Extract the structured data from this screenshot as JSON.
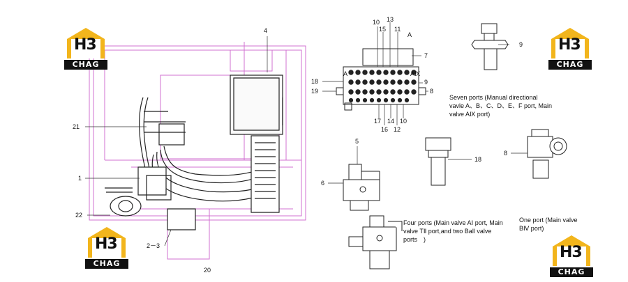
{
  "logos": [
    {
      "mark": "H3",
      "word": "CHAG"
    },
    {
      "mark": "H3",
      "word": "CHAG"
    },
    {
      "mark": "H3",
      "word": "CHAG"
    },
    {
      "mark": "H3",
      "word": "CHAG"
    }
  ],
  "colors": {
    "frame": "#d070d0",
    "lines": "#222222",
    "logo_yellow": "#f2b51c",
    "logo_dark": "#111111"
  },
  "callouts": {
    "c1": "1",
    "c2_3": "2－3",
    "c4": "4",
    "c20": "20",
    "c21": "21",
    "c22": "22",
    "v10a": "10",
    "v13": "13",
    "v15": "15",
    "v11": "11",
    "vA_top": "A",
    "v7": "7",
    "vA_left": "A",
    "vAIX": "AⅨ",
    "v18": "18",
    "v19": "19",
    "v9": "9",
    "v8": "8",
    "v17": "17",
    "v14": "14",
    "v10b": "10",
    "v16": "16",
    "v12": "12",
    "p9": "9",
    "p18": "18",
    "p8": "8",
    "b5": "5",
    "b6": "6"
  },
  "notes": {
    "seven_ports": "Seven ports (Manual directional vavle A、B、C、D、E、F port, Main valve AⅨ port)",
    "four_ports": "Four ports (Main valve AⅠ port, Main valve TⅡ port,and two Ball valve ports　)",
    "one_port": "One port (Main valve BⅣ port)"
  }
}
